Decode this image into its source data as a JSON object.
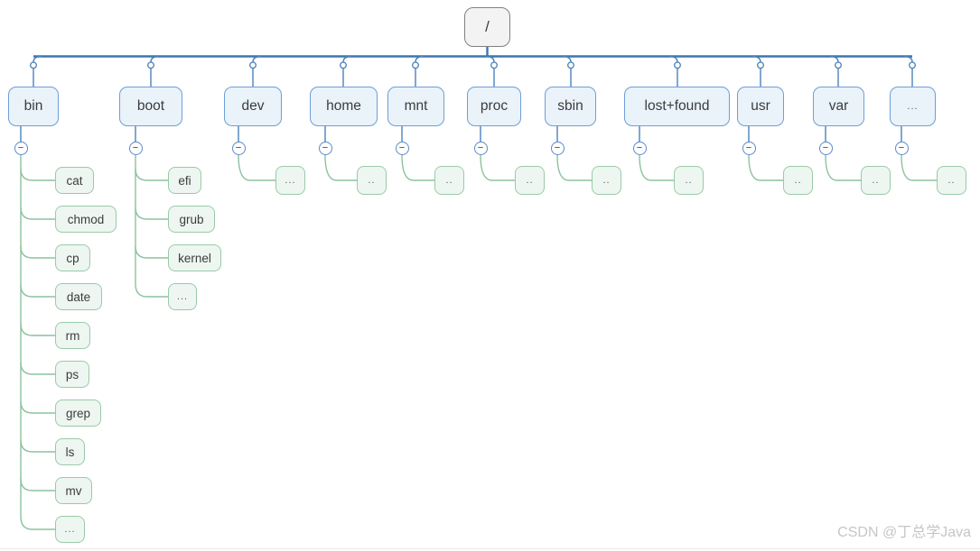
{
  "tree": {
    "root": {
      "label": "/"
    },
    "collapse_glyph": "−",
    "nodes": [
      {
        "label": "bin",
        "children": [
          "cat",
          "chmod",
          "cp",
          "date",
          "rm",
          "ps",
          "grep",
          "ls",
          "mv",
          "..."
        ]
      },
      {
        "label": "boot",
        "children": [
          "efi",
          "grub",
          "kernel",
          "..."
        ]
      },
      {
        "label": "dev",
        "children": [
          "..."
        ]
      },
      {
        "label": "home",
        "children": [
          ".."
        ]
      },
      {
        "label": "mnt",
        "children": [
          ".."
        ]
      },
      {
        "label": "proc",
        "children": [
          ".."
        ]
      },
      {
        "label": "sbin",
        "children": [
          ".."
        ]
      },
      {
        "label": "lost+found",
        "children": [
          ".."
        ]
      },
      {
        "label": "usr",
        "children": [
          ".."
        ]
      },
      {
        "label": "var",
        "children": [
          ".."
        ]
      },
      {
        "label": "...",
        "children": [
          ".."
        ]
      }
    ]
  },
  "watermark": "CSDN @丁总学Java",
  "colors": {
    "spine_blue": "#3a76b4",
    "line_blue": "#4a82bc",
    "node_blue_fill": "#eaf2fa",
    "node_blue_border": "#6e9ed6",
    "line_green": "#8cc29e",
    "node_green_fill": "#edf6f0",
    "node_green_border": "#9acaa8",
    "root_fill": "#f3f3f3",
    "root_border": "#808080",
    "text": "#3c3c3c"
  }
}
